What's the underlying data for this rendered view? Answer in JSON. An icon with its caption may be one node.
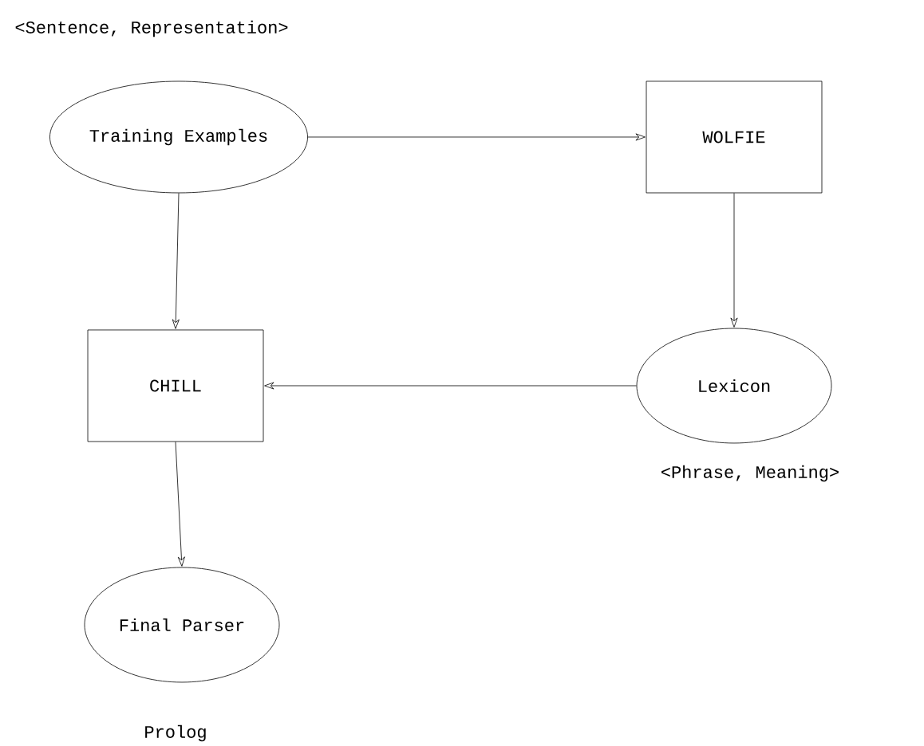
{
  "diagram": {
    "nodes": [
      {
        "text": [
          "Training Examples"
        ],
        "beside": [
          "<Sentence, Representation>"
        ]
      },
      {
        "text": [
          "WOLFIE"
        ]
      },
      {
        "text": [
          "CHILL"
        ]
      },
      {
        "text": [
          "Lexicon"
        ],
        "beside": [
          "<Phrase, Meaning>"
        ]
      },
      {
        "text": [
          "Final Parser"
        ],
        "beside": [
          "Prolog"
        ]
      }
    ],
    "edges": [
      {
        "from": 0,
        "to": 1,
        "arrow": "to"
      },
      {
        "from": 0,
        "to": 2,
        "arrow": "to"
      },
      {
        "from": 1,
        "to": 3,
        "arrow": "to"
      },
      {
        "from": 3,
        "to": 2,
        "arrow": "to"
      },
      {
        "from": 2,
        "to": 4,
        "arrow": "to"
      }
    ]
  }
}
